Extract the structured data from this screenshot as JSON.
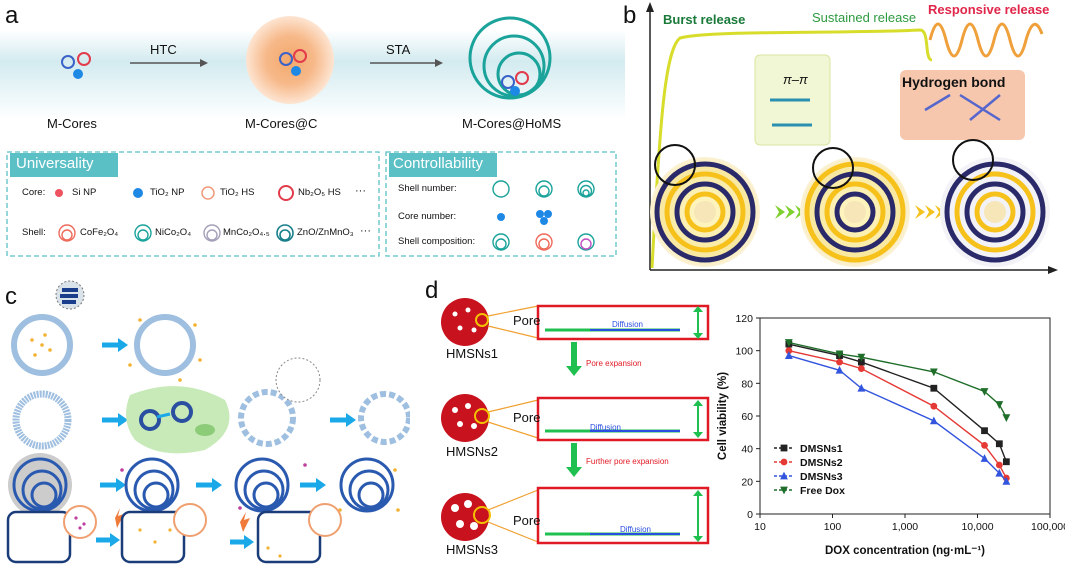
{
  "panel_a": {
    "letter": "a",
    "arrow1": "HTC",
    "arrow2": "STA",
    "stage1": "M-Cores",
    "stage2": "M-Cores@C",
    "stage3": "M-Cores@HoMS",
    "universality": {
      "title": "Universality",
      "core_label": "Core:",
      "cores": [
        "Si NP",
        "TiO₂ NP",
        "TiO₂ HS",
        "Nb₂O₅ HS"
      ],
      "shell_label": "Shell:",
      "shells": [
        "CoFe₂O₄",
        "NiCo₂O₄",
        "MnCo₂O₄.₅",
        "ZnO/ZnMnO₃"
      ],
      "ellipsis": "···"
    },
    "controllability": {
      "title": "Controllability",
      "rows": [
        "Shell number:",
        "Core number:",
        "Shell composition:"
      ]
    },
    "colors": {
      "band": "#cfe8ee",
      "teal": "#1aa39a",
      "red": "#e23b4b",
      "blue": "#1e88e5"
    }
  },
  "panel_b": {
    "letter": "b",
    "burst": "Burst release",
    "sustained": "Sustained release",
    "responsive": "Responsive release",
    "pi_pi": "π–π",
    "hbond": "Hydrogen bond"
  },
  "panel_c": {
    "letter": "c"
  },
  "panel_d": {
    "letter": "d",
    "samples": [
      "HMSNs1",
      "HMSNs2",
      "HMSNs3"
    ],
    "pore": "Pore",
    "diffusion": "Diffusion",
    "step1": "Pore expansion",
    "step2": "Further pore expansion"
  },
  "chart_data": {
    "type": "line",
    "xlabel": "DOX concentration (ng·mL⁻¹)",
    "ylabel": "Cell viability (%)",
    "x_scale": "log",
    "xlim": [
      10,
      100000
    ],
    "ylim": [
      0,
      120
    ],
    "x_ticks": [
      "10",
      "100",
      "1,000",
      "10,000",
      "100,000"
    ],
    "y_ticks": [
      "0",
      "20",
      "40",
      "60",
      "80",
      "100",
      "120"
    ],
    "legend_position": "bottom-right",
    "x": [
      25,
      125,
      250,
      2500,
      12500,
      20000,
      25000
    ],
    "series": [
      {
        "name": "DMSNs1",
        "color": "#222222",
        "marker": "square",
        "values": [
          104,
          97,
          93,
          77,
          51,
          43,
          32
        ]
      },
      {
        "name": "DMSNs2",
        "color": "#e53935",
        "marker": "circle",
        "values": [
          100,
          93,
          89,
          66,
          42,
          30,
          22
        ]
      },
      {
        "name": "DMSNs3",
        "color": "#3355dd",
        "marker": "triangle",
        "values": [
          97,
          88,
          77,
          57,
          34,
          25,
          20
        ]
      },
      {
        "name": "Free Dox",
        "color": "#1f6e2a",
        "marker": "triangle-down",
        "values": [
          105,
          98,
          96,
          87,
          75,
          67,
          59
        ]
      }
    ]
  }
}
